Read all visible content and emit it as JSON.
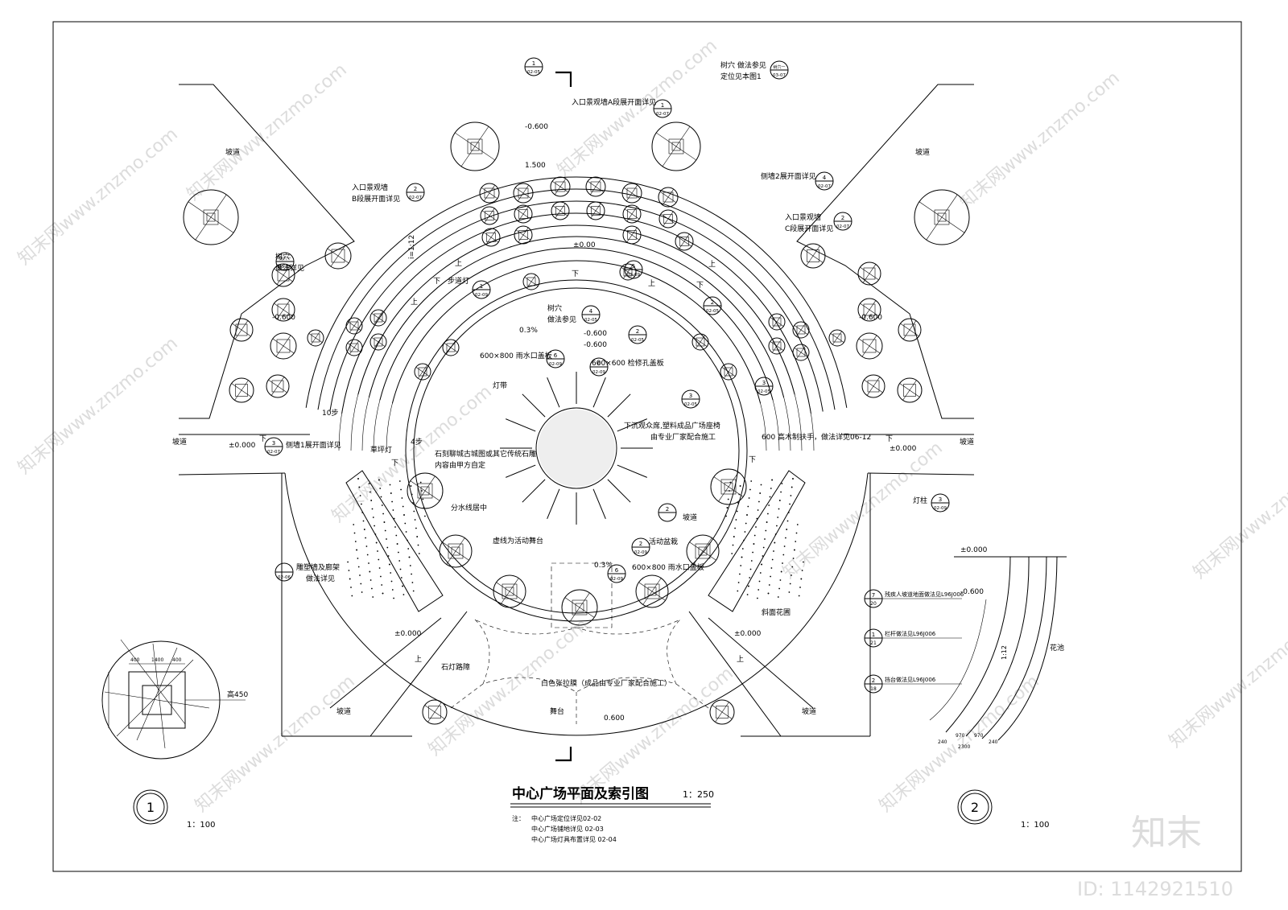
{
  "title": "中心广场平面及索引图",
  "title_scale": "1：250",
  "notes": {
    "prefix": "注：",
    "lines": [
      "中心广场定位详见02-02",
      "中心广场铺地详见 02-03",
      "中心广场灯具布置详见 02-04"
    ]
  },
  "detail1": {
    "number": "1",
    "scale": "1：100",
    "height_label": "高450",
    "dims": [
      "400",
      "1400",
      "400"
    ]
  },
  "detail2": {
    "number": "2",
    "scale": "1：100",
    "levels": [
      "±0.000",
      "-0.600"
    ],
    "flower_bed": "花池",
    "dims": [
      "240",
      "970",
      "970",
      "240",
      "2300"
    ],
    "slope": "1:12",
    "refs": [
      {
        "top": "7",
        "bottom": "20",
        "text": "残疾人坡道地面做法见L96J006"
      },
      {
        "top": "1",
        "bottom": "21",
        "text": "栏杆做法见L96J006"
      },
      {
        "top": "2",
        "bottom": "18",
        "text": "挡台做法见L96J006"
      }
    ]
  },
  "labels": {
    "tree_pit_ref": "树穴  做法参见",
    "tree_pit_pos": "定位见本图1",
    "entry_wall_a": "入口景观墙A段展开面详见",
    "entry_wall_b1": "入口景观墙",
    "entry_wall_b2": "B段展开面详见",
    "entry_wall_c1": "入口景观墙",
    "entry_wall_c2": "C段展开面详见",
    "side_wall_2": "侧墙2展开面详见",
    "side_wall_1": "侧墙1展开面详见",
    "tree_pit_ref2a": "树穴",
    "tree_pit_ref2b": "做法详见",
    "step_light": "步道灯",
    "tree_pit_c1": "树穴",
    "tree_pit_c2": "做法参见",
    "drain_cover": "600×800  雨水口盖板",
    "inspect_cover": "600×600  检修孔盖板",
    "light_strip": "灯带",
    "sunken_seats1": "下沉观众席,塑料成品广场座椅",
    "sunken_seats2": "由专业厂家配合施工",
    "handrail": "600  高木制扶手，做法详见06-12",
    "stone_carving1": "石刻聊城古城图或其它传统石雕",
    "stone_carving2": "内容由甲方自定",
    "lawn_light": "草坪灯",
    "watershed": "分水线居中",
    "dashed_stage": "虚线为活动舞台",
    "movable_planter": "活动盆栽",
    "drain_cover2": "600×800  雨水口盖板",
    "sculpture_wall1": "雕塑墙及廊架",
    "sculpture_wall2": "做法详见",
    "slope_bed": "斜面花圃",
    "stone_lamp": "石灯路障",
    "tent1": "白色张拉膜（成品由专业厂家配合施工）",
    "stage": "舞台",
    "ramp": "坡道",
    "lamp_post": "灯柱",
    "up": "上",
    "down": "下",
    "steps_10": "10步",
    "steps_4": "4步"
  },
  "levels": {
    "l_0600": "-0.600",
    "l_1500": "1.500",
    "l_000": "±0.00",
    "l_0000": "±0.000",
    "l_p0600": "0.600",
    "slope_03": "0.3%",
    "slope_112": "i=1:12"
  },
  "index_refs": [
    {
      "top": "1",
      "bottom": "02-05"
    },
    {
      "top": "树穴一",
      "bottom": "03-07"
    },
    {
      "top": "1",
      "bottom": "02-07"
    },
    {
      "top": "2",
      "bottom": "02-07"
    },
    {
      "top": "4",
      "bottom": "02-07"
    },
    {
      "top": "2",
      "bottom": "02-07"
    },
    {
      "top": "树穴一",
      "bottom": "03-07"
    },
    {
      "top": "1",
      "bottom": "02-09"
    },
    {
      "top": "4",
      "bottom": "02-05"
    },
    {
      "top": "5",
      "bottom": "02-09"
    },
    {
      "top": "2",
      "bottom": "02-05"
    },
    {
      "top": "2",
      "bottom": "02-05"
    },
    {
      "top": "6",
      "bottom": "02-09"
    },
    {
      "top": "6",
      "bottom": "02-09"
    },
    {
      "top": "3",
      "bottom": "02-05"
    },
    {
      "top": "3",
      "bottom": "02-05"
    },
    {
      "top": "3",
      "bottom": "02-07"
    },
    {
      "top": "3",
      "bottom": "02-09"
    },
    {
      "top": "2",
      "bottom": "02-09"
    },
    {
      "top": "6",
      "bottom": "02-09"
    },
    {
      "top": "",
      "bottom": "02-06"
    },
    {
      "top": "2",
      "bottom": ""
    }
  ],
  "watermark": {
    "logo": "知末",
    "id": "ID: 1142921510",
    "site": "知末网www.znzmo.com"
  }
}
